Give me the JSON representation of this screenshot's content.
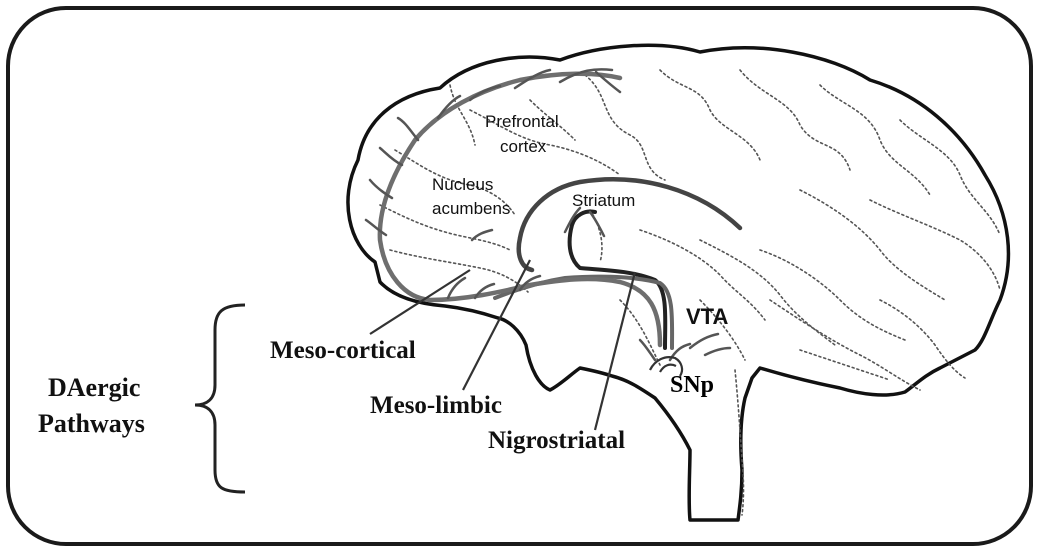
{
  "labels": {
    "prefrontal_line1": "Prefrontal",
    "prefrontal_line2": "cortex",
    "nucleus_line1": "Nucleus",
    "nucleus_line2": "acumbens",
    "striatum": "Striatum",
    "vta": "VTA",
    "snp": "SNp",
    "mesocortical": "Meso-cortical",
    "mesolimbic": "Meso-limbic",
    "nigrostriatal": "Nigrostriatal",
    "group_line1": "DAergic",
    "group_line2": "Pathways"
  }
}
